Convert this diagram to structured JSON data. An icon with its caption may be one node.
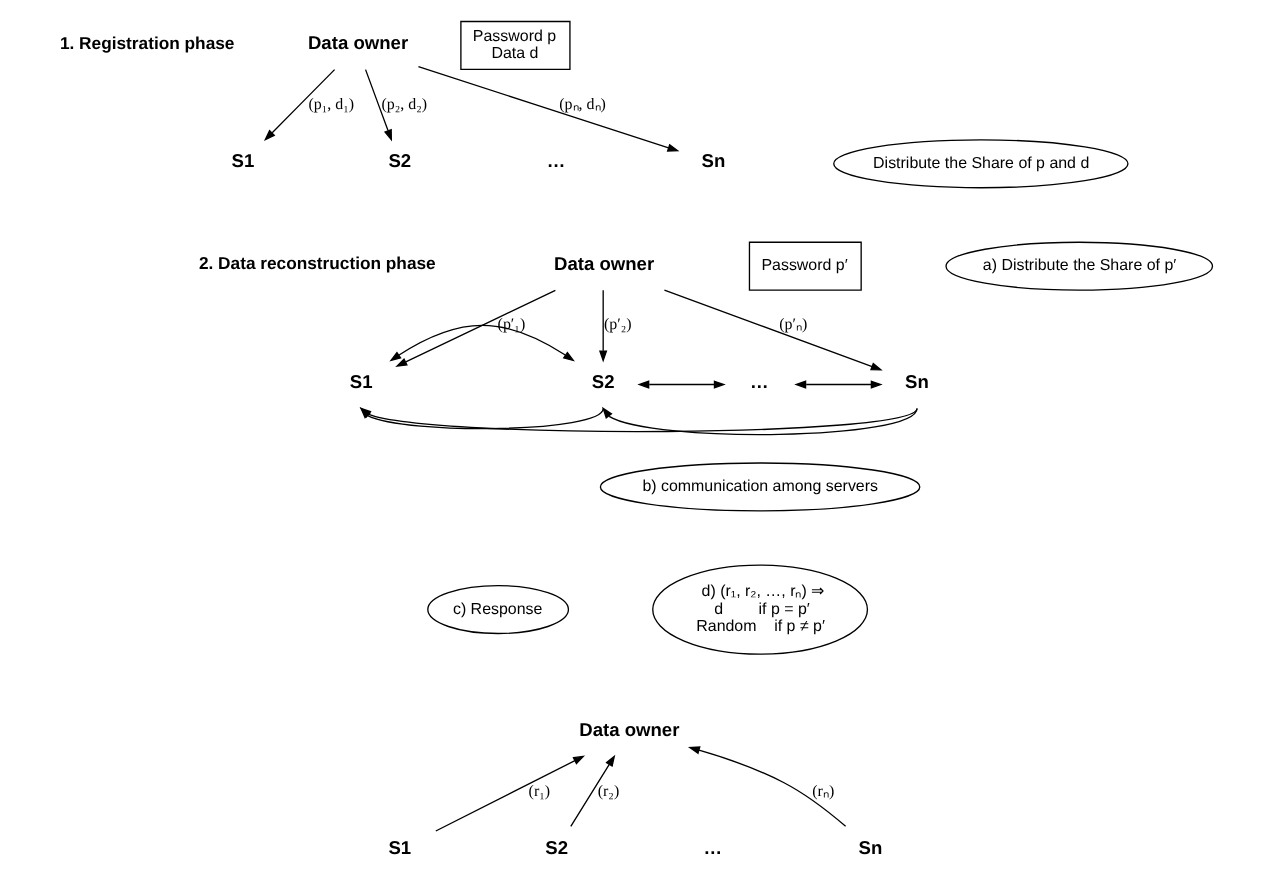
{
  "diagram": {
    "nodes": [
      {
        "text": [
          "Data owner"
        ]
      },
      {
        "text": [
          "Password p",
          "Data d"
        ]
      },
      {
        "text": [
          "S1"
        ]
      },
      {
        "text": [
          "S2"
        ]
      },
      {
        "text": [
          "…"
        ]
      },
      {
        "text": [
          "Sn"
        ]
      },
      {
        "text": [
          "Distribute the Share of p and d"
        ]
      },
      {
        "text": [
          "Data owner"
        ]
      },
      {
        "text": [
          "Password p′"
        ]
      },
      {
        "text": [
          "S1"
        ]
      },
      {
        "text": [
          "S2"
        ]
      },
      {
        "text": [
          "…"
        ]
      },
      {
        "text": [
          "Sn"
        ]
      },
      {
        "text": [
          "a) Distribute the Share of p′"
        ]
      },
      {
        "text": [
          "b) communication among servers"
        ]
      },
      {
        "text": [
          "c) Response"
        ]
      },
      {
        "text": [
          "d) (r₁, r₂, …, rₙ) ⇒",
          "d        if p = p′",
          "Random    if p ≠ p′"
        ]
      },
      {
        "text": [
          "Data owner"
        ]
      },
      {
        "text": [
          "S1"
        ]
      },
      {
        "text": [
          "S2"
        ]
      },
      {
        "text": [
          "…"
        ]
      },
      {
        "text": [
          "Sn"
        ]
      }
    ],
    "edges": [
      {
        "from": 0,
        "to": 2,
        "arrow": "to",
        "label": "(p₁, d₁)"
      },
      {
        "from": 0,
        "to": 3,
        "arrow": "to",
        "label": "(p₂, d₂)"
      },
      {
        "from": 0,
        "to": 5,
        "arrow": "to",
        "label": "(pₙ, dₙ)"
      },
      {
        "from": 7,
        "to": 9,
        "arrow": "to",
        "label": "(p′₁)"
      },
      {
        "from": 7,
        "to": 10,
        "arrow": "to",
        "label": "(p′₂)"
      },
      {
        "from": 7,
        "to": 12,
        "arrow": "to",
        "label": "(p′ₙ)"
      },
      {
        "from": 9,
        "to": 10,
        "arrow": "both"
      },
      {
        "from": 10,
        "to": 11,
        "arrow": "both"
      },
      {
        "from": 11,
        "to": 12,
        "arrow": "both"
      },
      {
        "from": 10,
        "to": 9,
        "arrow": "to"
      },
      {
        "from": 12,
        "to": 10,
        "arrow": "to"
      },
      {
        "from": 12,
        "to": 9,
        "arrow": "to"
      },
      {
        "from": 18,
        "to": 17,
        "arrow": "to",
        "label": "(r₁)"
      },
      {
        "from": 19,
        "to": 17,
        "arrow": "to",
        "label": "(r₂)"
      },
      {
        "from": 21,
        "to": 17,
        "arrow": "to",
        "label": "(rₙ)"
      }
    ],
    "labels": [
      "1. Registration phase",
      "2. Data reconstruction phase"
    ]
  }
}
